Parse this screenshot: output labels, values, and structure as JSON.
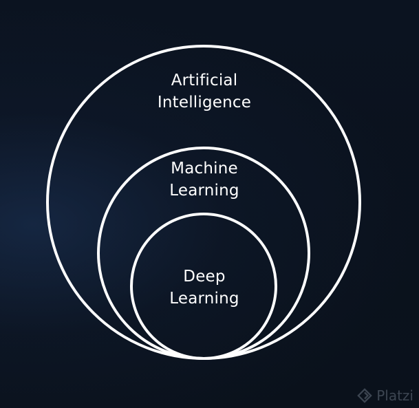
{
  "diagram": {
    "rings": [
      {
        "name": "artificial-intelligence",
        "label_lines": [
          "Artificial",
          "Intelligence"
        ]
      },
      {
        "name": "machine-learning",
        "label_lines": [
          "Machine",
          "Learning"
        ]
      },
      {
        "name": "deep-learning",
        "label_lines": [
          "Deep",
          "Learning"
        ]
      }
    ]
  },
  "watermark": {
    "text": "Platzi",
    "icon": "platzi-logo-icon"
  },
  "colors": {
    "background": "#0a111c",
    "ring_stroke": "#ffffff",
    "text": "#ffffff"
  }
}
